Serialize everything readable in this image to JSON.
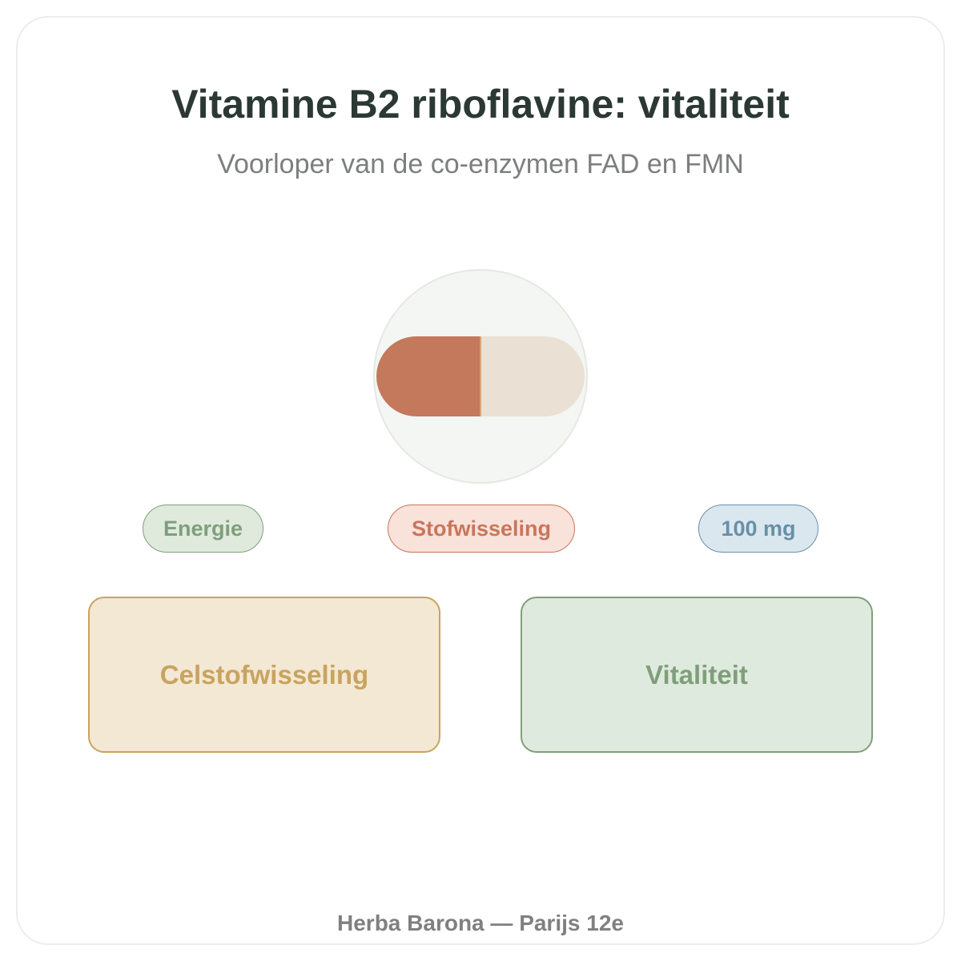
{
  "header": {
    "title": "Vitamine B2 riboflavine: vitaliteit",
    "subtitle": "Voorloper van de co-enzymen FAD en FMN"
  },
  "illustration": {
    "icon": "capsule-icon",
    "colors": {
      "circle_fill": "#f4f6f3",
      "circle_stroke": "#e5e8e4",
      "capsule_left": "#c4785c",
      "capsule_right": "#eae0d4",
      "seam": "#d8a77b"
    }
  },
  "tags": [
    {
      "label": "Energie",
      "color": "#7f9f7b"
    },
    {
      "label": "Stofwisseling",
      "color": "#c8765b"
    },
    {
      "label": "100 mg",
      "color": "#6790a8"
    }
  ],
  "boxes": [
    {
      "label": "Celstofwisseling",
      "color": "#c9a35f"
    },
    {
      "label": "Vitaliteit",
      "color": "#7f9f7b"
    }
  ],
  "footer": {
    "text": "Herba Barona — Parijs 12e"
  }
}
